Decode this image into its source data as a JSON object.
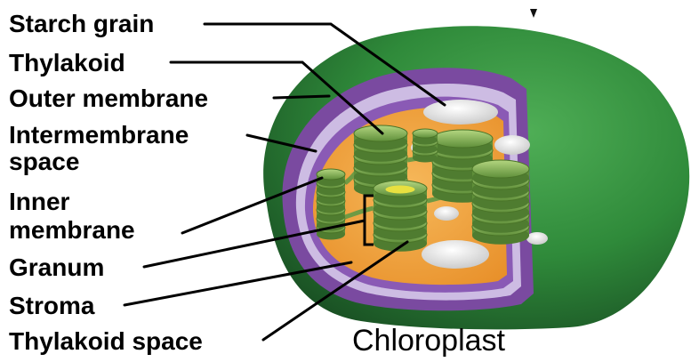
{
  "labels": {
    "starch_grain": "Starch grain",
    "thylakoid": "Thylakoid",
    "outer_membrane": "Outer membrane",
    "intermembrane_line1": "Intermembrane",
    "intermembrane_line2": "space",
    "inner_line1": "Inner",
    "inner_line2": "membrane",
    "granum": "Granum",
    "stroma": "Stroma",
    "thylakoid_space": "Thylakoid space"
  },
  "caption": "Chloroplast",
  "colors": {
    "outer_green": "#2f8a3a",
    "outer_green_dark": "#1f5e28",
    "membrane_purple": "#7a4aa0",
    "membrane_light": "#c8b6e0",
    "stroma_orange": "#f0a040",
    "granum_green": "#8cb65a",
    "granum_highlight": "#e8e040",
    "starch_white": "#eeeeee"
  }
}
